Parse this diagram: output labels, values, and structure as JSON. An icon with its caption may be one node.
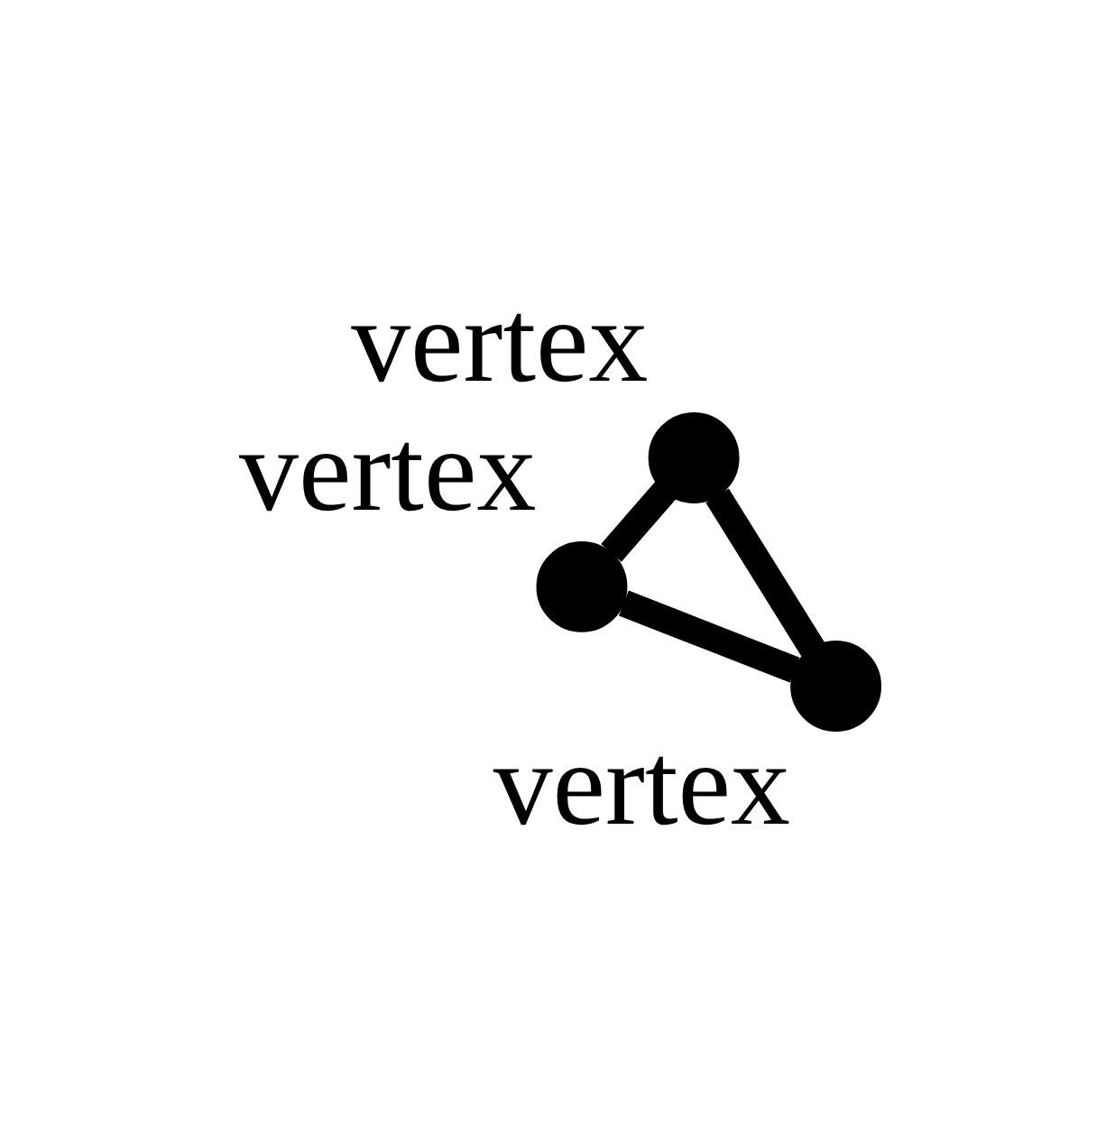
{
  "diagram": {
    "nodes": [
      {
        "text": [],
        "shape": "circle",
        "beside": [
          "vertex"
        ]
      },
      {
        "text": [],
        "shape": "circle",
        "beside": [
          "vertex"
        ]
      },
      {
        "text": [],
        "shape": "circle",
        "beside": [
          "vertex"
        ]
      }
    ],
    "edges": [
      {
        "from": 0,
        "to": 1,
        "arrow": "none"
      },
      {
        "from": 1,
        "to": 2,
        "arrow": "none"
      },
      {
        "from": 0,
        "to": 2,
        "arrow": "none"
      }
    ]
  }
}
